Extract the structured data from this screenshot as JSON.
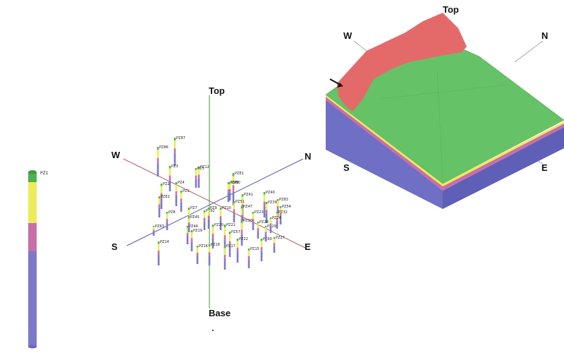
{
  "axis_labels": {
    "middle": {
      "top": "Top",
      "base": "Base",
      "w": "W",
      "n": "N",
      "s": "S",
      "e": "E"
    },
    "right": {
      "top": "Top",
      "w": "W",
      "n": "N",
      "s": "S",
      "e": "E"
    }
  },
  "single_borehole": {
    "label": "PZ1"
  },
  "boreholes": [
    "PZ87",
    "PZ86",
    "PZ3",
    "PZ12",
    "PZ5",
    "PZ4",
    "PZ1",
    "PZE1",
    "PZ48",
    "PZ50",
    "PZ2",
    "PZE2",
    "PZ41",
    "PZ40",
    "PZ83",
    "PZ8",
    "PZ7",
    "PZ62",
    "PZ9",
    "PZ10",
    "PZ47",
    "PZ51",
    "PZ39",
    "PZ54",
    "PZ32",
    "PZ63",
    "PZ44",
    "PZ19",
    "PZ20",
    "PZ21",
    "PZ30",
    "PZ57",
    "PZ22",
    "PZ14",
    "PZ16",
    "PZ18",
    "PZ17",
    "PZ15",
    "PZ60",
    "PZ27",
    "PZ23",
    "PZ28",
    "PZ29",
    "PZ45",
    "PZ24"
  ],
  "layer_colors": {
    "top_green": "#4fb24f",
    "yellow": "#ecec5a",
    "pink": "#c86fa8",
    "blue": "#7c7ac8",
    "red_surface": "#e46a6a",
    "green_surface": "#66c266",
    "side_blue": "#6f6fc6",
    "axis_green": "#5ab04a",
    "axis_red": "#b55a6a",
    "axis_blue": "#5a5ab0"
  }
}
